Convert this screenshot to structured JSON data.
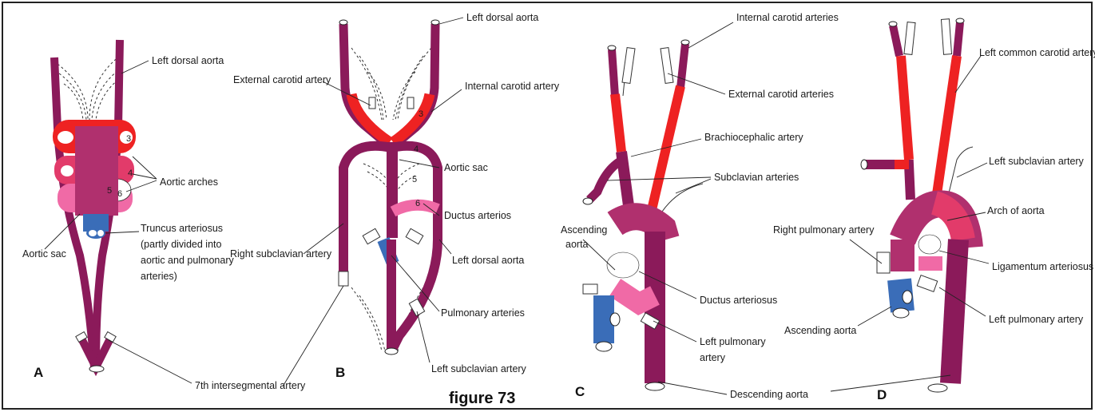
{
  "colors": {
    "dorsal_aorta": "#8b1a5a",
    "common_carotid": "#ee2222",
    "arch3": "#ee2222",
    "arch4": "#e23b6a",
    "arch6": "#f06aa6",
    "truncus": "#b0306e",
    "pulmonary": "#3a6db8",
    "white_vessel": "#ffffff",
    "border": "#222222"
  },
  "caption": "figure 73",
  "panels": {
    "A": {
      "letter": "A",
      "labels": {
        "left_dorsal_aorta": "Left dorsal aorta",
        "aortic_arches": "Aortic arches",
        "truncus_line1": "Truncus arteriosus",
        "truncus_line2": "(partly divided into",
        "truncus_line3": "aortic and pulmonary",
        "truncus_line4": "arteries)",
        "aortic_sac": "Aortic sac",
        "intersegmental": "7th intersegmental artery"
      },
      "arch_numbers": [
        "3",
        "4",
        "5",
        "6"
      ]
    },
    "B": {
      "letter": "B",
      "labels": {
        "left_dorsal_aorta_top": "Left dorsal aorta",
        "external_carotid": "External carotid artery",
        "internal_carotid": "Internal carotid artery",
        "aortic_sac": "Aortic sac",
        "ductus": "Ductus arterios",
        "left_dorsal_aorta": "Left dorsal aorta",
        "right_subclavian": "Right subclavian artery",
        "pulmonary_arteries": "Pulmonary arteries",
        "left_subclavian": "Left subclavian artery"
      },
      "arch_numbers": [
        "3",
        "4",
        "5",
        "6"
      ]
    },
    "C": {
      "letter": "C",
      "labels": {
        "internal_carotids": "Internal carotid arteries",
        "external_carotids": "External carotid arteries",
        "brachiocephalic": "Brachiocephalic artery",
        "subclavian": "Subclavian arteries",
        "ascending_line1": "Ascending",
        "ascending_line2": "aorta",
        "ductus": "Ductus arteriosus",
        "left_pulmonary_line1": "Left pulmonary",
        "left_pulmonary_line2": "artery",
        "descending": "Descending aorta"
      }
    },
    "D": {
      "letter": "D",
      "labels": {
        "left_common_carotid": "Left common carotid artery",
        "left_subclavian": "Left subclavian artery",
        "arch_of_aorta": "Arch of aorta",
        "right_pulmonary": "Right pulmonary artery",
        "ligamentum": "Ligamentum arteriosus",
        "ascending": "Ascending aorta",
        "left_pulmonary": "Left pulmonary artery"
      }
    }
  }
}
